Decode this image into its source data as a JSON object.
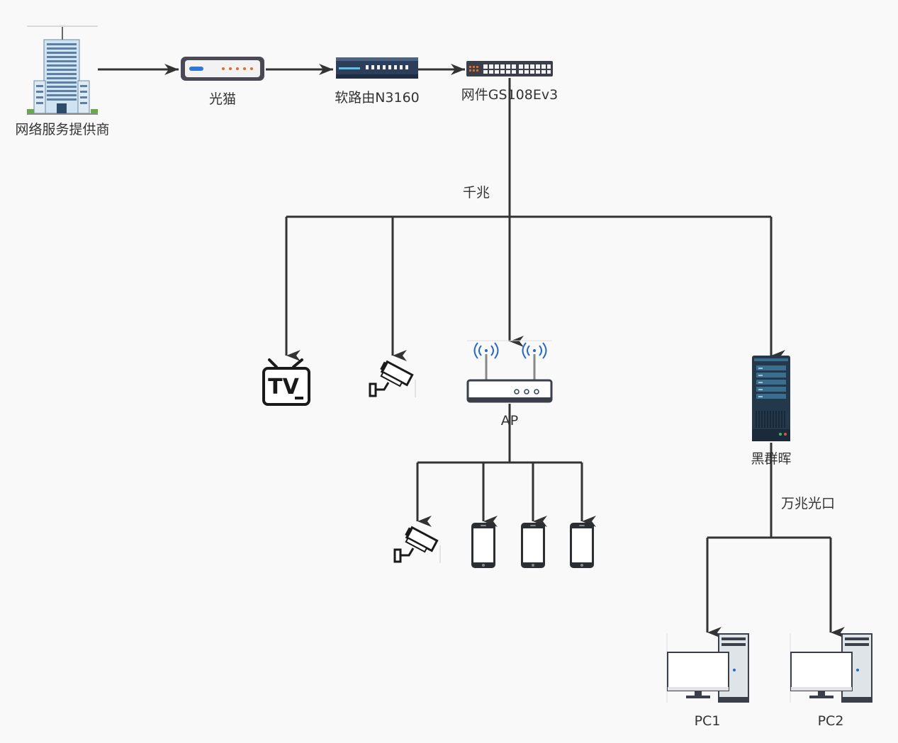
{
  "nodes": {
    "isp": {
      "label": "网络服务提供商",
      "icon": "office-building-icon"
    },
    "modem": {
      "label": "光猫",
      "icon": "optical-modem-icon"
    },
    "soft_router": {
      "label": "软路由N3160",
      "icon": "router-device-icon"
    },
    "switch": {
      "label": "网件GS108Ev3",
      "icon": "network-switch-icon"
    },
    "tv": {
      "label": "",
      "icon": "tv-icon"
    },
    "camera1": {
      "label": "",
      "icon": "security-camera-icon"
    },
    "ap": {
      "label": "AP",
      "icon": "wireless-access-point-icon"
    },
    "nas": {
      "label": "黑群晖",
      "icon": "server-tower-icon"
    },
    "camera2": {
      "label": "",
      "icon": "security-camera-icon"
    },
    "phone1": {
      "label": "",
      "icon": "smartphone-icon"
    },
    "phone2": {
      "label": "",
      "icon": "smartphone-icon"
    },
    "phone3": {
      "label": "",
      "icon": "smartphone-icon"
    },
    "pc1": {
      "label": "PC1",
      "icon": "desktop-computer-icon"
    },
    "pc2": {
      "label": "PC2",
      "icon": "desktop-computer-icon"
    }
  },
  "edge_labels": {
    "gigabit": "千兆",
    "ten_gig_fiber": "万兆光口"
  },
  "colors": {
    "edge": "#333333",
    "server_dark": "#23384a",
    "server_panel": "#3b6e8e",
    "device_navy": "#2c3e5a",
    "switch_port_orange": "#e06a2a",
    "wifi_blue": "#2a66c9"
  }
}
